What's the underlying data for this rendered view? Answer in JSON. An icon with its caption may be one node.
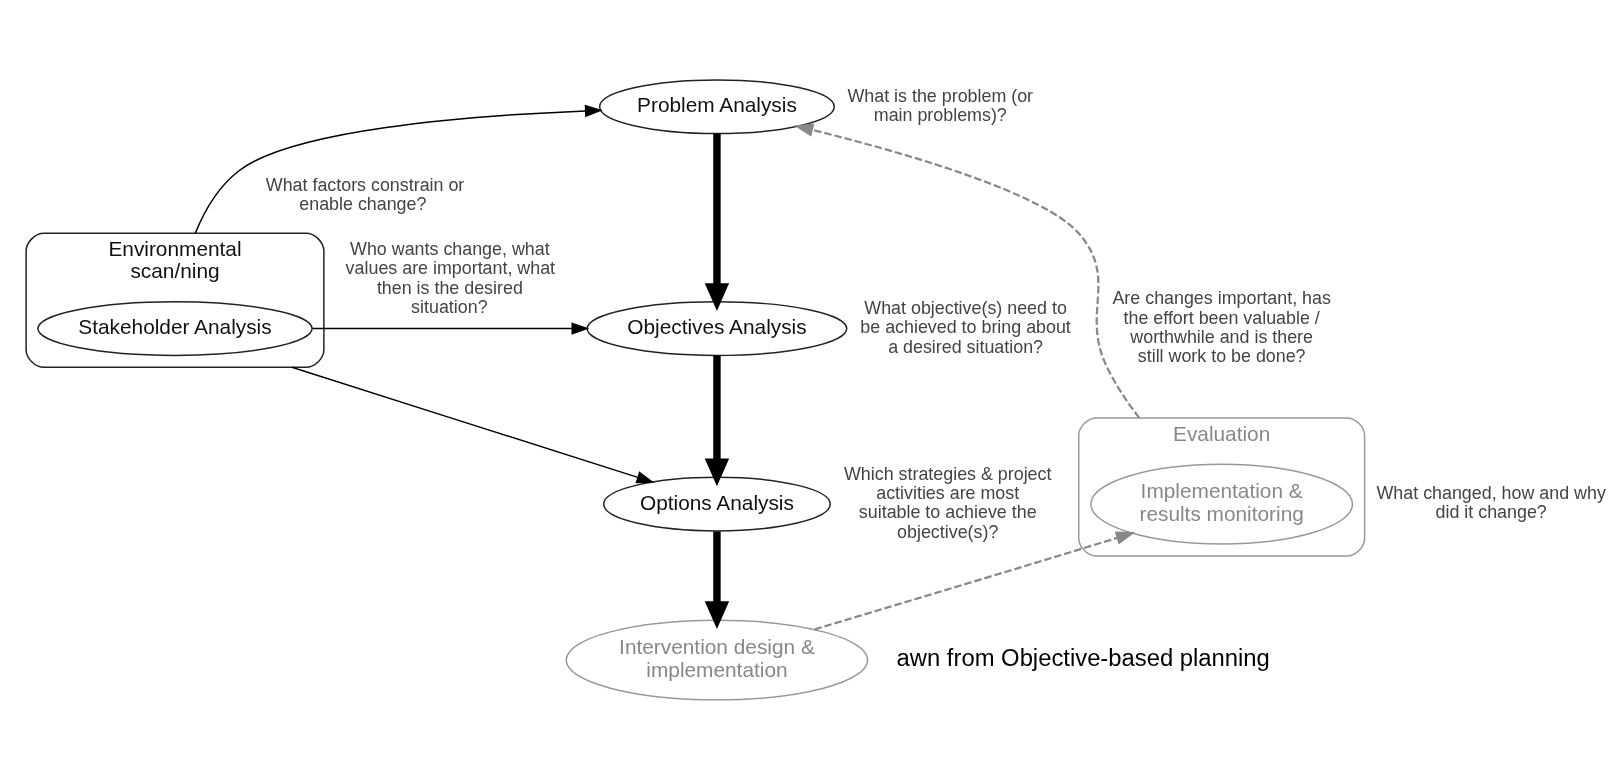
{
  "diagram": {
    "nodes": [
      {
        "text": [
          "Environmental scan/ning"
        ]
      },
      {
        "text": [
          "Stakeholder Analysis"
        ],
        "in": 0
      },
      {
        "text": [
          "Problem Analysis"
        ],
        "beside": [
          "What is the problem (or main problems)?"
        ]
      },
      {
        "text": [
          "Objectives Analysis"
        ],
        "beside": [
          "What objective(s) need to be achieved to bring about a desired situation?"
        ]
      },
      {
        "text": [
          "Options Analysis"
        ],
        "beside": [
          "Which strategies & project activities are most suitable to achieve the objective(s)?"
        ]
      },
      {
        "text": [
          "Intervention design & implementation"
        ]
      },
      {
        "text": [
          "Evaluation"
        ],
        "beside": [
          "Are changes important, has the effort been valuable / worthwhile and is there still work to be done?"
        ]
      },
      {
        "text": [
          "Implementation & results monitoring"
        ],
        "in": 6,
        "beside": [
          "What changed, how and why did it change?"
        ]
      }
    ],
    "edges": [
      {
        "from": 0,
        "to": 2,
        "arrow": "to",
        "label": "What factors constrain or enable change?"
      },
      {
        "from": 1,
        "to": 3,
        "arrow": "to",
        "label": "Who wants change, what values are important, what then is the desired situation?"
      },
      {
        "from": 0,
        "to": 4,
        "arrow": "to"
      },
      {
        "from": 2,
        "to": 3,
        "arrow": "to",
        "style": "thick"
      },
      {
        "from": 3,
        "to": 4,
        "arrow": "to",
        "style": "thick"
      },
      {
        "from": 4,
        "to": 5,
        "arrow": "to",
        "style": "thick"
      },
      {
        "from": 5,
        "to": 7,
        "arrow": "to",
        "style": "dashed",
        "color": "#888888"
      },
      {
        "from": 6,
        "to": 2,
        "arrow": "to",
        "style": "dashed",
        "color": "#888888"
      }
    ],
    "labels": [
      "awn from Objective-based planning"
    ]
  }
}
